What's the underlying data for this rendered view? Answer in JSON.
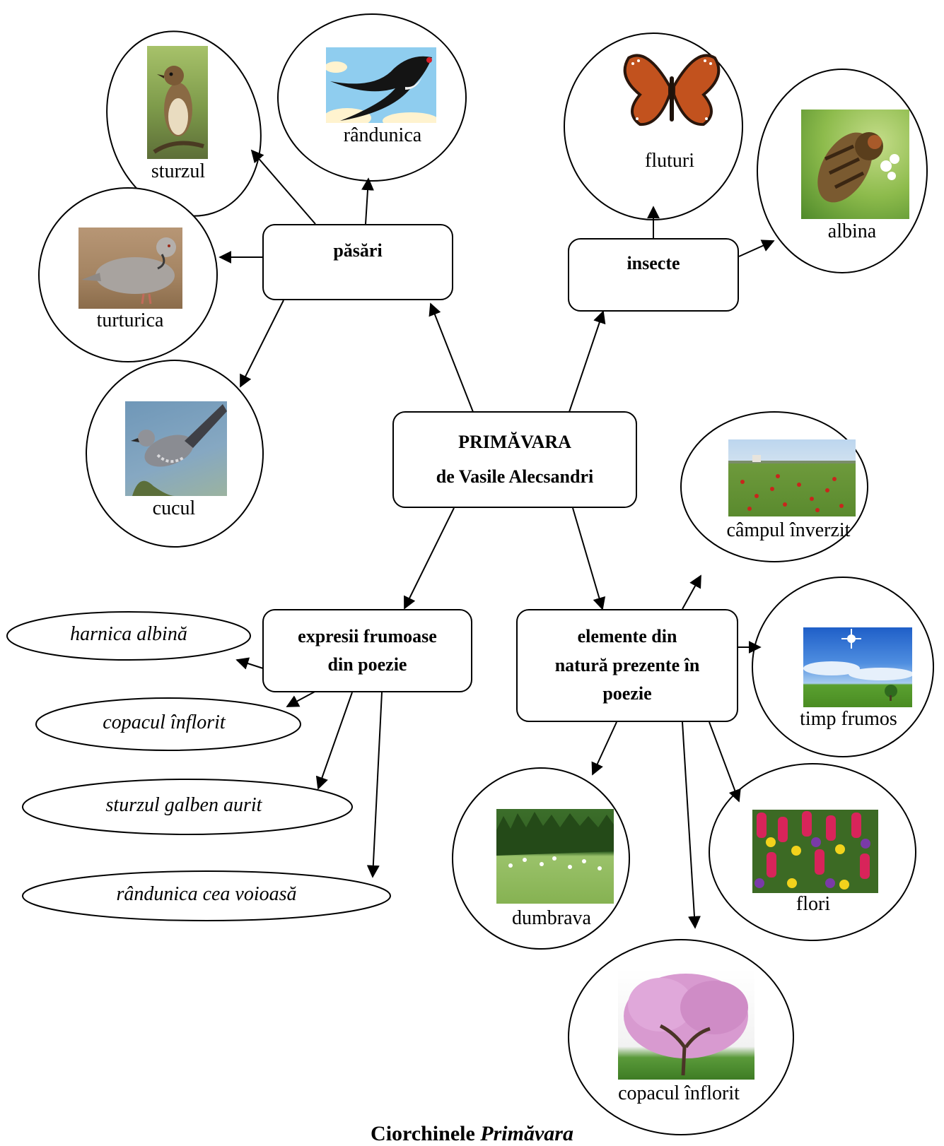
{
  "center": {
    "line1": "PRIMĂVARA",
    "line2": "de Vasile Alecsandri"
  },
  "categories": {
    "birds": "păsări",
    "insects": "insecte",
    "expressions": [
      "expresii frumoase",
      "din poezie"
    ],
    "nature": [
      "elemente din",
      "natură prezente în",
      "poezie"
    ]
  },
  "birds": {
    "sturzul": "sturzul",
    "randunica": "rândunica",
    "turturica": "turturica",
    "cucul": "cucul"
  },
  "insects": {
    "fluturi": "fluturi",
    "albina": "albina"
  },
  "expressions": [
    "harnica albină",
    "copacul înflorit",
    "sturzul galben aurit",
    "rândunica cea voioasă"
  ],
  "nature": {
    "campul": "câmpul înverzit",
    "timp": "timp frumos",
    "flori": "flori",
    "dumbrava": "dumbrava",
    "copacul": "copacul înflorit"
  },
  "caption": {
    "prefix": "Ciorchinele ",
    "title": "Primăvara"
  },
  "icons": [
    "thrush-photo",
    "swallow-illustration",
    "dove-photo",
    "cuckoo-photo",
    "butterfly-illustration",
    "bee-photo",
    "field-photo",
    "sky-photo",
    "forest-meadow-photo",
    "flowers-photo",
    "blossom-tree-photo"
  ]
}
